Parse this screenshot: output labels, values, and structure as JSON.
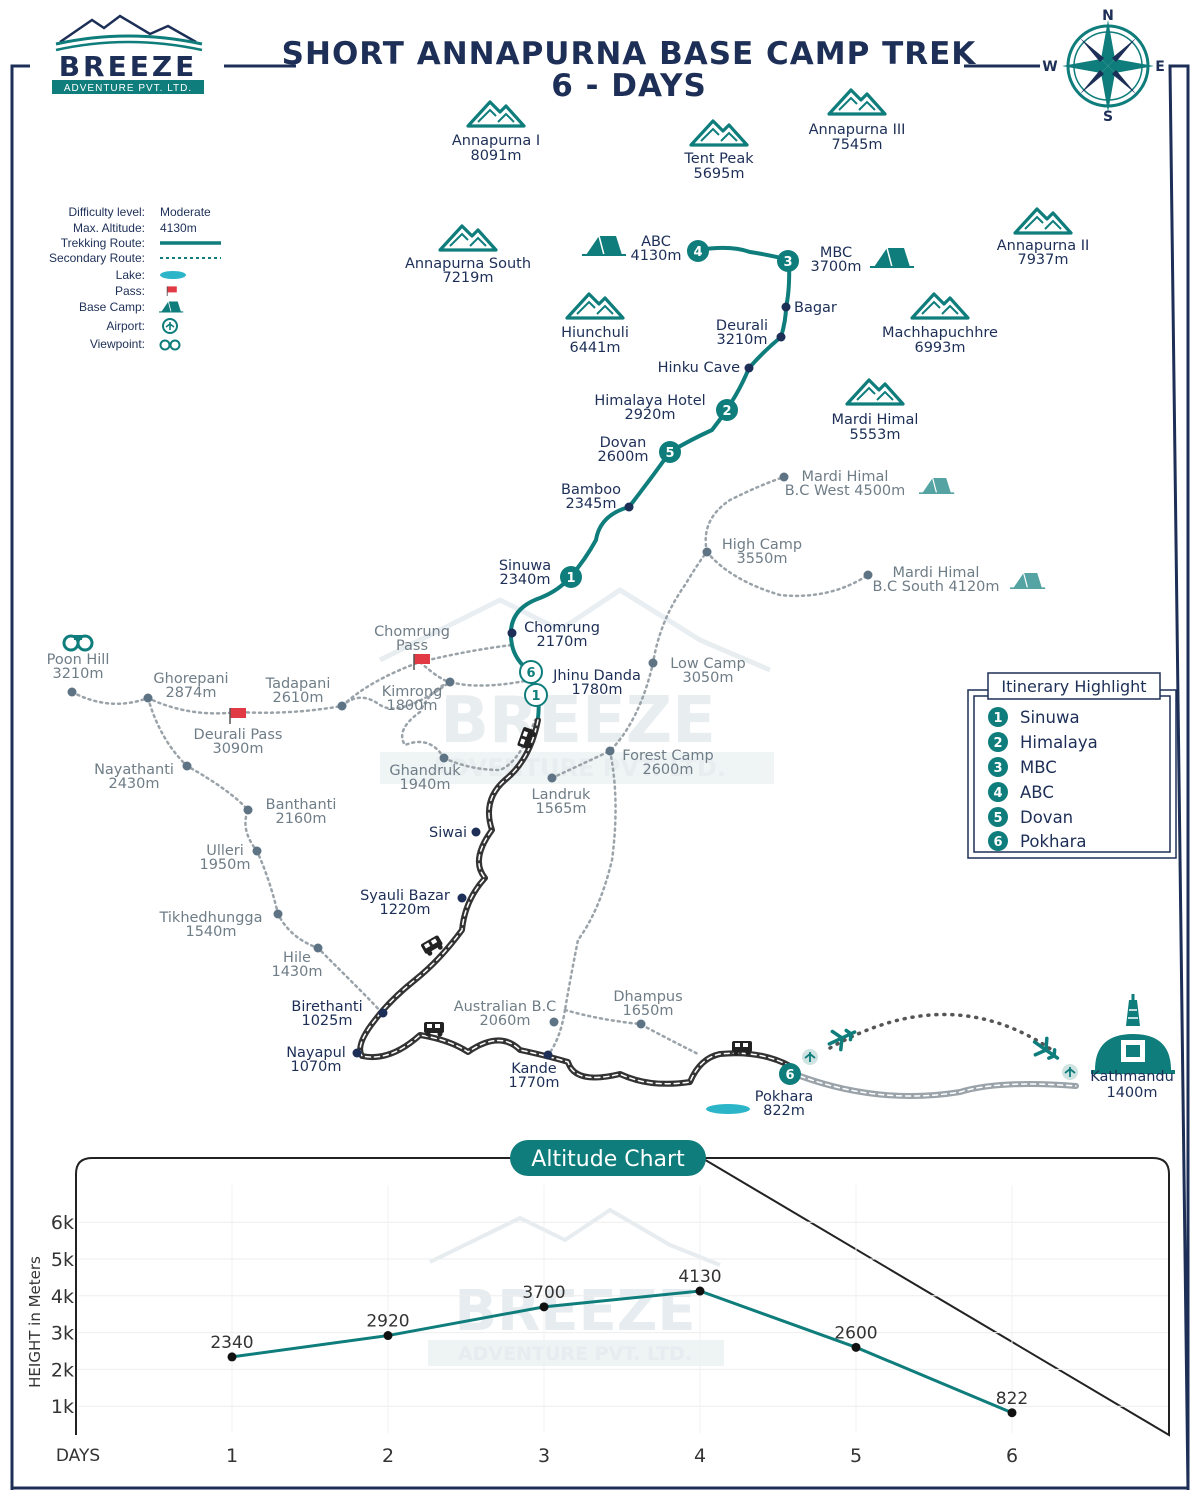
{
  "header": {
    "title_line1": "SHORT ANNAPURNA BASE CAMP TREK",
    "title_line2": "6 - DAYS"
  },
  "logo": {
    "name": "BREEZE",
    "subtitle": "ADVENTURE PVT. LTD."
  },
  "watermark": {
    "name": "BREEZE",
    "subtitle": "ADVENTURE PVT. LTD."
  },
  "compass": {
    "n": "N",
    "e": "E",
    "s": "S",
    "w": "W"
  },
  "legend": {
    "difficulty_label": "Difficulty level:",
    "difficulty_value": "Moderate",
    "altitude_label": "Max. Altitude:",
    "altitude_value": "4130m",
    "trekking_label": "Trekking Route:",
    "secondary_label": "Secondary Route:",
    "lake_label": "Lake:",
    "pass_label": "Pass:",
    "basecamp_label": "Base Camp:",
    "airport_label": "Airport:",
    "viewpoint_label": "Viewpoint:"
  },
  "peaks": [
    {
      "name": "Annapurna I",
      "alt": "8091m"
    },
    {
      "name": "Tent Peak",
      "alt": "5695m"
    },
    {
      "name": "Annapurna III",
      "alt": "7545m"
    },
    {
      "name": "Annapurna South",
      "alt": "7219m"
    },
    {
      "name": "Annapurna II",
      "alt": "7937m"
    },
    {
      "name": "Hiunchuli",
      "alt": "6441m"
    },
    {
      "name": "Machhapuchhre",
      "alt": "6993m"
    },
    {
      "name": "Mardi Himal",
      "alt": "5553m"
    }
  ],
  "main_places": [
    {
      "name": "ABC",
      "alt": "4130m"
    },
    {
      "name": "MBC",
      "alt": "3700m"
    },
    {
      "name": "Bagar",
      "alt": ""
    },
    {
      "name": "Deurali",
      "alt": "3210m"
    },
    {
      "name": "Hinku Cave",
      "alt": ""
    },
    {
      "name": "Himalaya Hotel",
      "alt": "2920m"
    },
    {
      "name": "Dovan",
      "alt": "2600m"
    },
    {
      "name": "Bamboo",
      "alt": "2345m"
    },
    {
      "name": "Sinuwa",
      "alt": "2340m"
    },
    {
      "name": "Chomrung",
      "alt": "2170m"
    },
    {
      "name": "Jhinu Danda",
      "alt": "1780m"
    },
    {
      "name": "Siwai",
      "alt": ""
    },
    {
      "name": "Syauli Bazar",
      "alt": "1220m"
    },
    {
      "name": "Birethanti",
      "alt": "1025m"
    },
    {
      "name": "Nayapul",
      "alt": "1070m"
    },
    {
      "name": "Kande",
      "alt": "1770m"
    },
    {
      "name": "Pokhara",
      "alt": "822m"
    },
    {
      "name": "Kathmandu",
      "alt": "1400m"
    }
  ],
  "side_places": [
    {
      "name": "Mardi Himal",
      "alt": "B.C West 4500m"
    },
    {
      "name": "High Camp",
      "alt": "3550m"
    },
    {
      "name": "Mardi Himal",
      "alt": "B.C South 4120m"
    },
    {
      "name": "Low Camp",
      "alt": "3050m"
    },
    {
      "name": "Forest Camp",
      "alt": "2600m"
    },
    {
      "name": "Landruk",
      "alt": "1565m"
    },
    {
      "name": "Chomrung",
      "alt": "Pass"
    },
    {
      "name": "Kimrong",
      "alt": "1800m"
    },
    {
      "name": "Ghandruk",
      "alt": "1940m"
    },
    {
      "name": "Tadapani",
      "alt": "2610m"
    },
    {
      "name": "Ghorepani",
      "alt": "2874m"
    },
    {
      "name": "Poon Hill",
      "alt": "3210m"
    },
    {
      "name": "Deurali Pass",
      "alt": "3090m"
    },
    {
      "name": "Nayathanti",
      "alt": "2430m"
    },
    {
      "name": "Banthanti",
      "alt": "2160m"
    },
    {
      "name": "Ulleri",
      "alt": "1950m"
    },
    {
      "name": "Tikhedhungga",
      "alt": "1540m"
    },
    {
      "name": "Hile",
      "alt": "1430m"
    },
    {
      "name": "Australian B.C",
      "alt": "2060m"
    },
    {
      "name": "Dhampus",
      "alt": "1650m"
    }
  ],
  "badges": [
    "1",
    "2",
    "3",
    "4",
    "5",
    "6"
  ],
  "itinerary": {
    "title": "Itinerary Highlight",
    "items": [
      {
        "num": "1",
        "label": "Sinuwa"
      },
      {
        "num": "2",
        "label": "Himalaya"
      },
      {
        "num": "3",
        "label": "MBC"
      },
      {
        "num": "4",
        "label": "ABC"
      },
      {
        "num": "5",
        "label": "Dovan"
      },
      {
        "num": "6",
        "label": "Pokhara"
      }
    ]
  },
  "colors": {
    "teal": "#0e7d7b",
    "navy": "#1d2f57",
    "grey_route": "#9aa3a9",
    "road": "#3a3a3a",
    "lake": "#2cb5c9",
    "pass_flag": "#e23a44"
  },
  "chart_data": {
    "type": "line",
    "title": "Altitude Chart",
    "xlabel": "DAYS",
    "ylabel": "HEIGHT in Meters",
    "x": [
      1,
      2,
      3,
      4,
      5,
      6
    ],
    "values": [
      2340,
      2920,
      3700,
      4130,
      2600,
      822
    ],
    "y_ticks": [
      "1k",
      "2k",
      "3k",
      "4k",
      "5k",
      "6k"
    ],
    "ylim": [
      0,
      7000
    ],
    "grid": true
  }
}
